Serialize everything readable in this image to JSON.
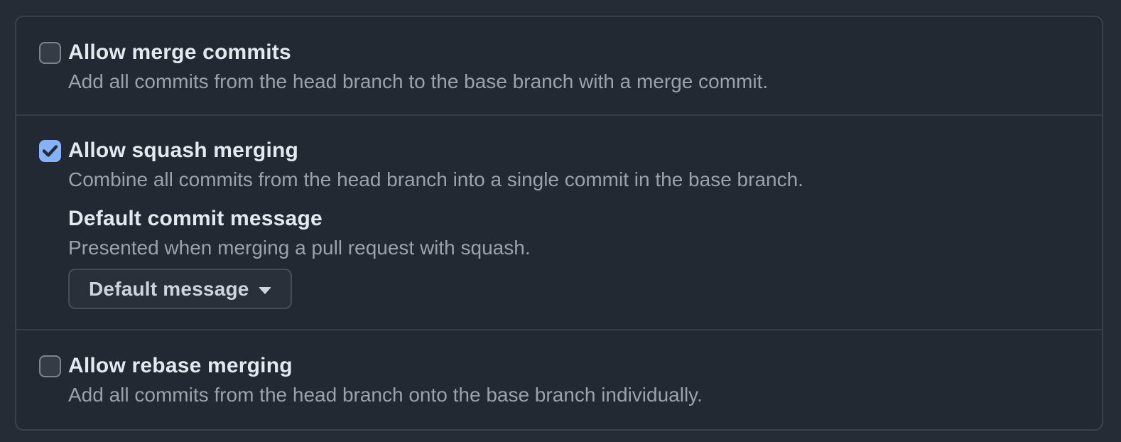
{
  "colors": {
    "page_background": "#262c36",
    "panel_background": "#232932",
    "panel_border": "#3a414b",
    "title_text": "#e3e9ef",
    "muted_text": "#99a2ad",
    "checkbox_checked_blue": "#86b2f9",
    "button_background": "#2a303a",
    "button_border": "#454d58",
    "button_text": "#ccd4de"
  },
  "panel": {
    "sections": [
      {
        "id": "merge-commits",
        "checked": false,
        "title": "Allow merge commits",
        "description": "Add all commits from the head branch to the base branch with a merge commit."
      },
      {
        "id": "squash-merging",
        "checked": true,
        "title": "Allow squash merging",
        "description": "Combine all commits from the head branch into a single commit in the base branch.",
        "subsection": {
          "heading": "Default commit message",
          "description": "Presented when merging a pull request with squash.",
          "dropdown": {
            "label": "Default message",
            "icon": "caret-down"
          }
        }
      },
      {
        "id": "rebase-merging",
        "checked": false,
        "title": "Allow rebase merging",
        "description": "Add all commits from the head branch onto the base branch individually."
      }
    ]
  }
}
